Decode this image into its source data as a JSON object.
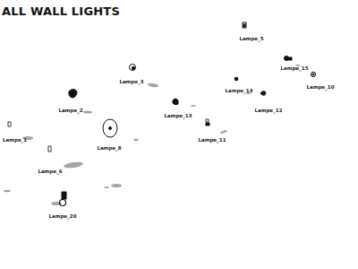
{
  "diagram": {
    "title": "ALL WALL LIGHTS",
    "labels": [
      "Lampe_5",
      "Lampe_15",
      "Lampe_10",
      "Lampe_3",
      "Lampe_14",
      "Lampe_12",
      "Lampe_2",
      "Lampe_13",
      "Lampe_1",
      "Lampe_8",
      "Lampe_11",
      "Lampe_6",
      "Lampe_20"
    ]
  }
}
